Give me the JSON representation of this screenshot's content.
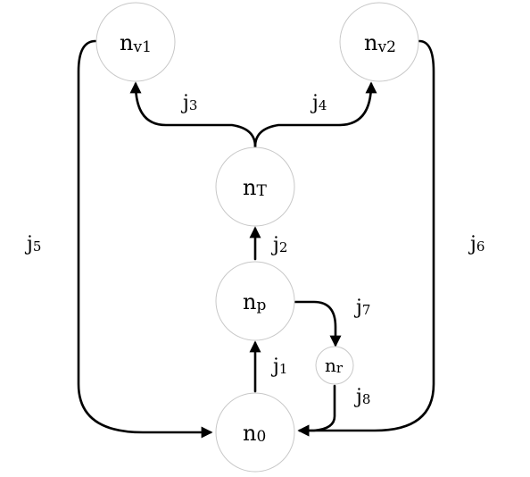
{
  "diagram": {
    "colors": {
      "edge": "#000000",
      "node_border": "#c8c8c8",
      "background": "#ffffff"
    },
    "nodes": {
      "nv1": {
        "main": "n",
        "sub": "v1"
      },
      "nv2": {
        "main": "n",
        "sub": "v2"
      },
      "nT": {
        "main": "n",
        "sub": "T"
      },
      "np": {
        "main": "n",
        "sub": "p"
      },
      "nr": {
        "main": "n",
        "sub": "r"
      },
      "n0": {
        "main": "n",
        "sub": "0"
      }
    },
    "edges": {
      "j1": {
        "main": "j",
        "sub": "1"
      },
      "j2": {
        "main": "j",
        "sub": "2"
      },
      "j3": {
        "main": "j",
        "sub": "3"
      },
      "j4": {
        "main": "j",
        "sub": "4"
      },
      "j5": {
        "main": "j",
        "sub": "5"
      },
      "j6": {
        "main": "j",
        "sub": "6"
      },
      "j7": {
        "main": "j",
        "sub": "7"
      },
      "j8": {
        "main": "j",
        "sub": "8"
      }
    }
  }
}
